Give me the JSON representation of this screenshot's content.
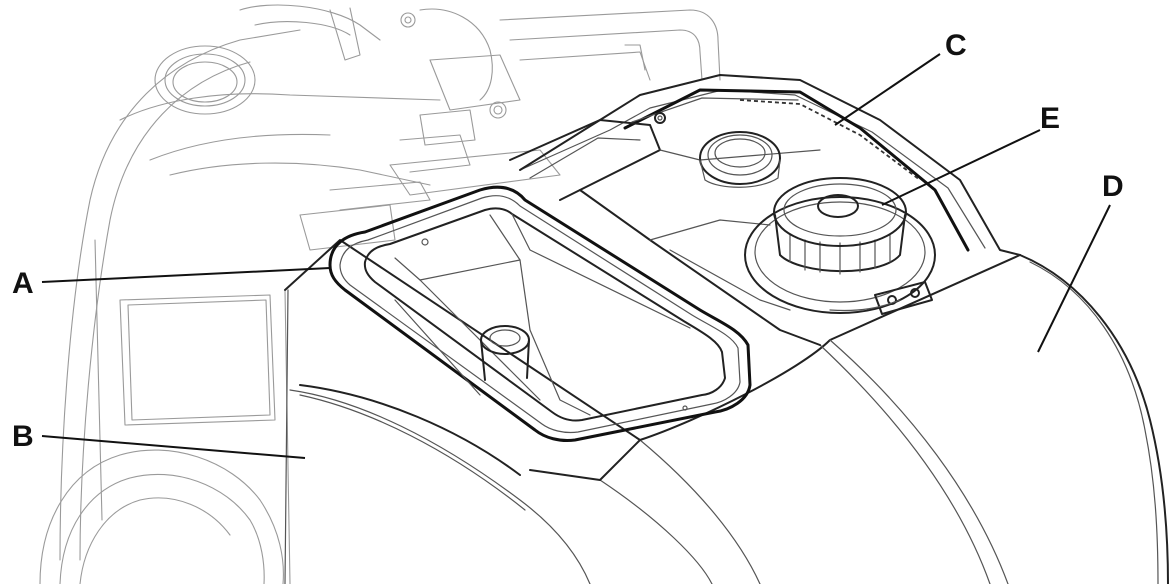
{
  "callouts": [
    {
      "id": "A",
      "label": "A"
    },
    {
      "id": "B",
      "label": "B"
    },
    {
      "id": "C",
      "label": "C"
    },
    {
      "id": "D",
      "label": "D"
    },
    {
      "id": "E",
      "label": "E"
    }
  ],
  "colors": {
    "line": "#222222",
    "faint": "#9a9a9a",
    "background": "#ffffff"
  }
}
